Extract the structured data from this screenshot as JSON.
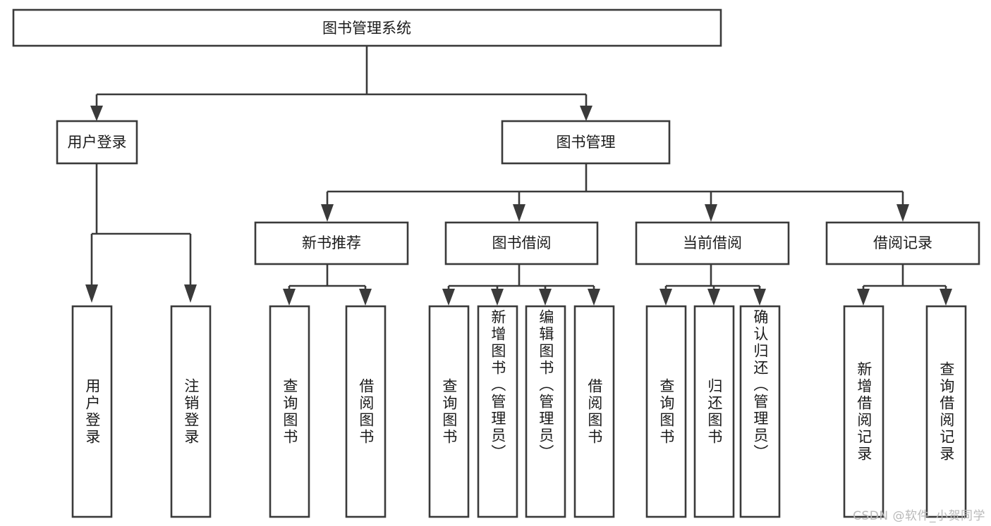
{
  "diagram": {
    "type": "tree-hierarchy",
    "title": "图书管理系统",
    "watermark": "CSDN @软件_小贺同学",
    "colors": {
      "stroke": "#3a3a3a",
      "box_fill": "#ffffff",
      "text": "#1b1b1b",
      "background": "#ffffff",
      "watermark": "#b9b9b9"
    },
    "levels": {
      "root": {
        "label": "图书管理系统"
      },
      "level2": [
        {
          "label": "用户登录"
        },
        {
          "label": "图书管理"
        }
      ],
      "level3": [
        {
          "label": "新书推荐"
        },
        {
          "label": "图书借阅"
        },
        {
          "label": "当前借阅"
        },
        {
          "label": "借阅记录"
        }
      ],
      "leaves": [
        {
          "label": "用户登录",
          "parent": "用户登录"
        },
        {
          "label": "注销登录",
          "parent": "用户登录"
        },
        {
          "label": "查询图书",
          "parent": "新书推荐"
        },
        {
          "label": "借阅图书",
          "parent": "新书推荐"
        },
        {
          "label": "查询图书",
          "parent": "图书借阅"
        },
        {
          "label": "新增图书（管理员）",
          "parent": "图书借阅"
        },
        {
          "label": "编辑图书（管理员）",
          "parent": "图书借阅"
        },
        {
          "label": "借阅图书",
          "parent": "图书借阅"
        },
        {
          "label": "查询图书",
          "parent": "当前借阅"
        },
        {
          "label": "归还图书",
          "parent": "当前借阅"
        },
        {
          "label": "确认归还（管理员）",
          "parent": "当前借阅"
        },
        {
          "label": "新增借阅记录",
          "parent": "借阅记录"
        },
        {
          "label": "查询借阅记录",
          "parent": "借阅记录"
        }
      ]
    }
  }
}
